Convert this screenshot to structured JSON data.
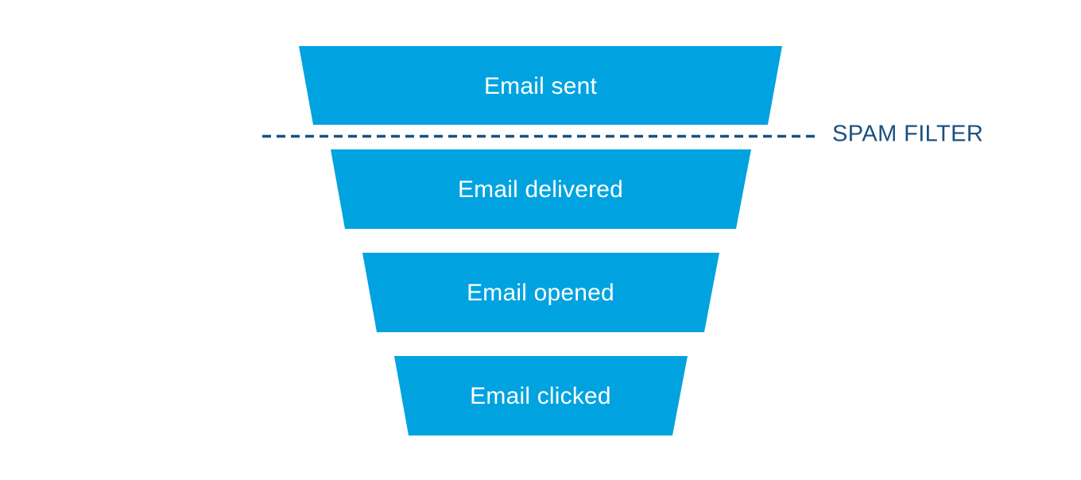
{
  "chart_data": {
    "type": "funnel",
    "title": "",
    "orientation": "vertical",
    "stages": [
      {
        "label": "Email sent",
        "index": 1,
        "top_width": 608,
        "bottom_width": 572,
        "height": 99
      },
      {
        "label": "Email delivered",
        "index": 2,
        "top_width": 529,
        "bottom_width": 492,
        "height": 100
      },
      {
        "label": "Email opened",
        "index": 3,
        "top_width": 449,
        "bottom_width": 412,
        "height": 100
      },
      {
        "label": "Email clicked",
        "index": 4,
        "top_width": 369,
        "bottom_width": 332,
        "height": 100
      }
    ],
    "annotations": [
      {
        "label": "SPAM FILTER",
        "type": "dashed-divider",
        "between_stages": [
          1,
          2
        ]
      }
    ],
    "legend": null,
    "grid": false,
    "xlabel": "",
    "ylabel": ""
  },
  "funnel": {
    "stages": [
      {
        "label": "Email sent"
      },
      {
        "label": "Email delivered"
      },
      {
        "label": "Email opened"
      },
      {
        "label": "Email clicked"
      }
    ]
  },
  "divider": {
    "label": "SPAM FILTER"
  },
  "colors": {
    "stage_fill": "#00a3e0",
    "stage_text": "#ffffff",
    "divider_stroke": "#1b5080",
    "divider_text": "#1b5080",
    "background": "#ffffff"
  }
}
